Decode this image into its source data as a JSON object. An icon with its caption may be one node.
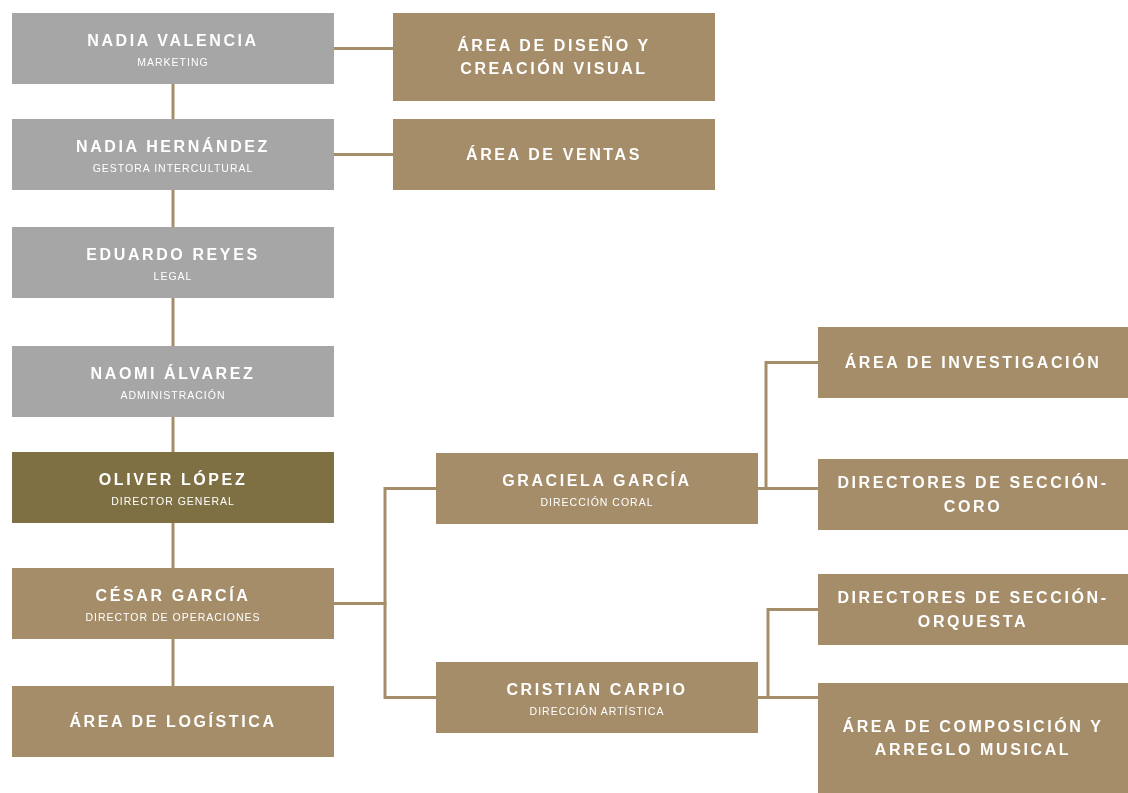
{
  "diagram": {
    "nodes": [
      {
        "text": [
          "NADIA VALENCIA",
          "MARKETING"
        ]
      },
      {
        "text": [
          "ÁREA DE DISEÑO Y CREACIÓN VISUAL"
        ]
      },
      {
        "text": [
          "NADIA HERNÁNDEZ",
          "GESTORA INTERCULTURAL"
        ]
      },
      {
        "text": [
          "ÁREA DE VENTAS"
        ]
      },
      {
        "text": [
          "EDUARDO REYES",
          "LEGAL"
        ]
      },
      {
        "text": [
          "NAOMI ÁLVAREZ",
          "ADMINISTRACIÓN"
        ]
      },
      {
        "text": [
          "OLIVER LÓPEZ",
          "DIRECTOR GENERAL"
        ]
      },
      {
        "text": [
          "CÉSAR GARCÍA",
          "DIRECTOR DE OPERACIONES"
        ]
      },
      {
        "text": [
          "ÁREA DE LOGÍSTICA"
        ]
      },
      {
        "text": [
          "GRACIELA GARCÍA",
          "DIRECCIÓN CORAL"
        ]
      },
      {
        "text": [
          "CRISTIAN CARPIO",
          "DIRECCIÓN ARTÍSTICA"
        ]
      },
      {
        "text": [
          "ÁREA DE INVESTIGACIÓN"
        ]
      },
      {
        "text": [
          "DIRECTORES DE SECCIÓN-CORO"
        ]
      },
      {
        "text": [
          "DIRECTORES DE SECCIÓN-ORQUESTA"
        ]
      },
      {
        "text": [
          "ÁREA DE COMPOSICIÓN Y ARREGLO MUSICAL"
        ]
      }
    ],
    "edges": [
      {
        "from": 0,
        "to": 1,
        "arrow": "none"
      },
      {
        "from": 0,
        "to": 2,
        "arrow": "none"
      },
      {
        "from": 2,
        "to": 3,
        "arrow": "none"
      },
      {
        "from": 2,
        "to": 4,
        "arrow": "none"
      },
      {
        "from": 4,
        "to": 5,
        "arrow": "none"
      },
      {
        "from": 5,
        "to": 6,
        "arrow": "none"
      },
      {
        "from": 6,
        "to": 7,
        "arrow": "none"
      },
      {
        "from": 7,
        "to": 8,
        "arrow": "none"
      },
      {
        "from": 7,
        "to": 9,
        "arrow": "none"
      },
      {
        "from": 7,
        "to": 10,
        "arrow": "none"
      },
      {
        "from": 9,
        "to": 11,
        "arrow": "none"
      },
      {
        "from": 9,
        "to": 12,
        "arrow": "none"
      },
      {
        "from": 10,
        "to": 13,
        "arrow": "none"
      },
      {
        "from": 10,
        "to": 14,
        "arrow": "none"
      }
    ]
  }
}
